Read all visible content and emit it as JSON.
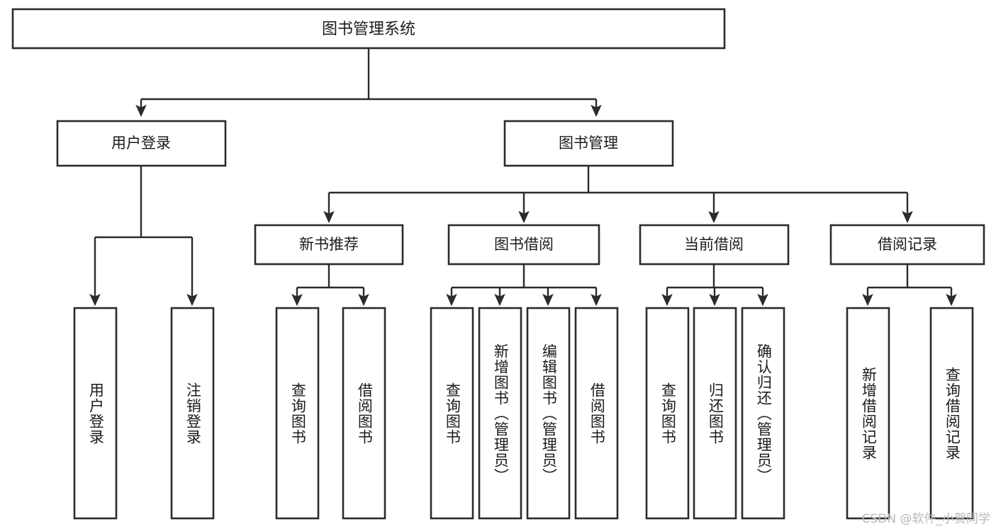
{
  "diagram": {
    "title": "图书管理系统",
    "type": "tree",
    "orientation": "top-down",
    "colors": {
      "box_fill": "#ffffff",
      "box_stroke": "#2b2b2b",
      "link_stroke": "#2b2b2b",
      "text": "#1b1b1b",
      "watermark": "#b9b9b9",
      "background": "#ffffff"
    },
    "root": {
      "label": "图书管理系统"
    },
    "level2": [
      {
        "label": "用户登录"
      },
      {
        "label": "图书管理"
      }
    ],
    "level3": [
      {
        "label": "新书推荐"
      },
      {
        "label": "图书借阅"
      },
      {
        "label": "当前借阅"
      },
      {
        "label": "借阅记录"
      }
    ],
    "leaves": {
      "user_login": [
        {
          "label": "用户登录"
        },
        {
          "label": "注销登录"
        }
      ],
      "new_book_recommend": [
        {
          "label": "查询图书"
        },
        {
          "label": "借阅图书"
        }
      ],
      "book_borrow": [
        {
          "label": "查询图书"
        },
        {
          "label": "新增图书（管理员）"
        },
        {
          "label": "编辑图书（管理员）"
        },
        {
          "label": "借阅图书"
        }
      ],
      "current_borrow": [
        {
          "label": "查询图书"
        },
        {
          "label": "归还图书"
        },
        {
          "label": "确认归还（管理员）"
        }
      ],
      "borrow_record": [
        {
          "label": "新增借阅记录"
        },
        {
          "label": "查询借阅记录"
        }
      ]
    }
  },
  "watermark": {
    "text": "CSDN @软件_小贺同学"
  }
}
